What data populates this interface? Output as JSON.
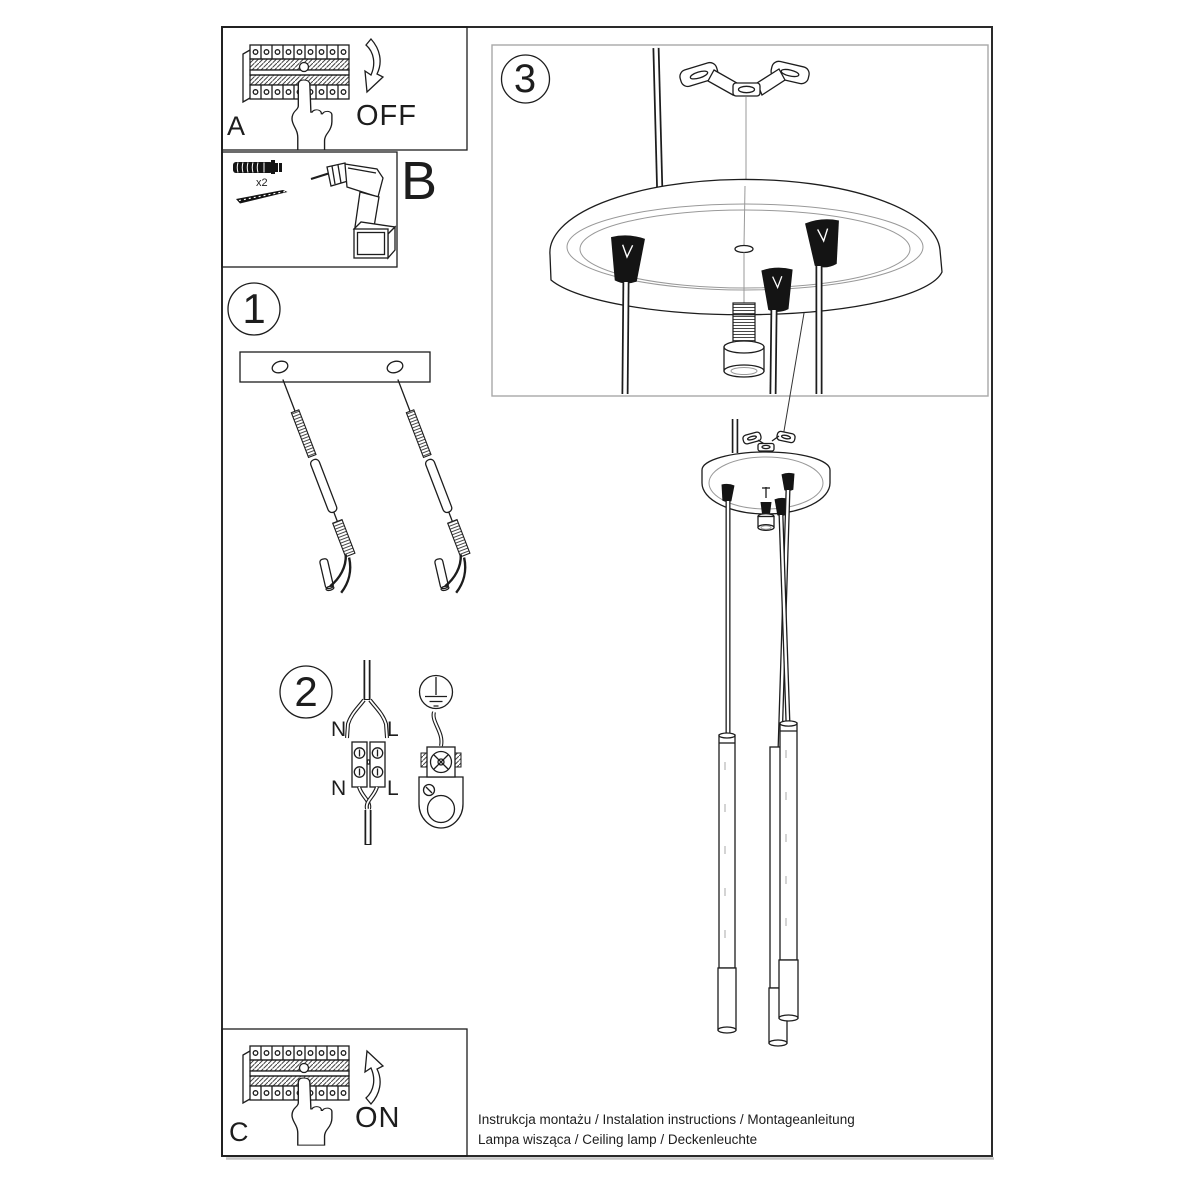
{
  "panels": {
    "a": {
      "label": "A",
      "action": "OFF"
    },
    "b": {
      "label": "B",
      "quantity_note": "x2"
    },
    "c": {
      "label": "C",
      "action": "ON"
    },
    "step1": {
      "number": "1"
    },
    "step2": {
      "number": "2",
      "terminals": {
        "top_left": "N",
        "top_right": "L",
        "bottom_left": "N",
        "bottom_right": "L"
      }
    },
    "step3": {
      "number": "3"
    }
  },
  "footer": {
    "line1": "Instrukcja montażu / Instalation instructions / Montageanleitung",
    "line2": "Lampa wisząca / Ceiling lamp / Deckenleuchte"
  },
  "icons": {
    "breaker_row": "circuit-breaker-panel",
    "hand": "pointing-hand",
    "arrow_off": "curved-arrow-down",
    "arrow_on": "curved-arrow-up",
    "wall_plug": "wall-anchor-plug",
    "screw": "mounting-screw",
    "drill": "cordless-drill",
    "bracket": "ceiling-mounting-bracket",
    "canopy": "round-ceiling-canopy",
    "cable_grip": "cable-grip-cone",
    "ground": "earth-ground-symbol",
    "terminal_block": "two-pole-terminal-block",
    "pendant_tube": "pendant-light-tube"
  },
  "colors": {
    "ink": "#1d1d1d",
    "light_ink": "#999999",
    "panel3_border": "#a8a8a8",
    "paper": "#ffffff"
  }
}
